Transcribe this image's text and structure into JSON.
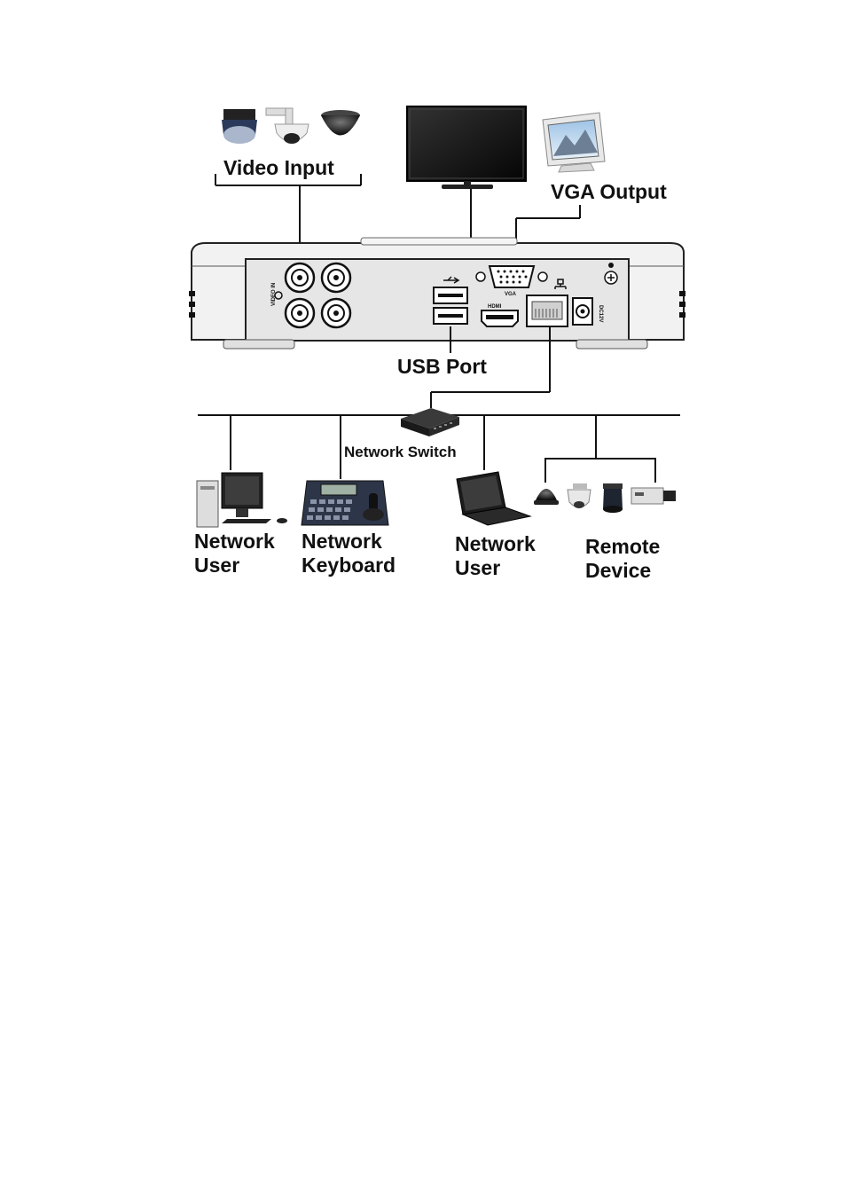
{
  "labels": {
    "video_input": "Video Input",
    "vga_output": "VGA Output",
    "usb_port": "USB Port",
    "network_switch": "Network Switch",
    "network_user_pc": "Network\nUser",
    "network_keyboard": "Network\nKeyboard",
    "network_user_laptop": "Network\nUser",
    "remote_device": "Remote\nDevice"
  },
  "panel_markings": {
    "video_in": "VIDEO IN",
    "vga": "VGA",
    "hdmi": "HDMI",
    "power": "DC12V"
  },
  "colors": {
    "line": "#111111",
    "device_body": "#f2f2f2",
    "panel": "#e6e6e6",
    "dark": "#1a1a1a"
  }
}
